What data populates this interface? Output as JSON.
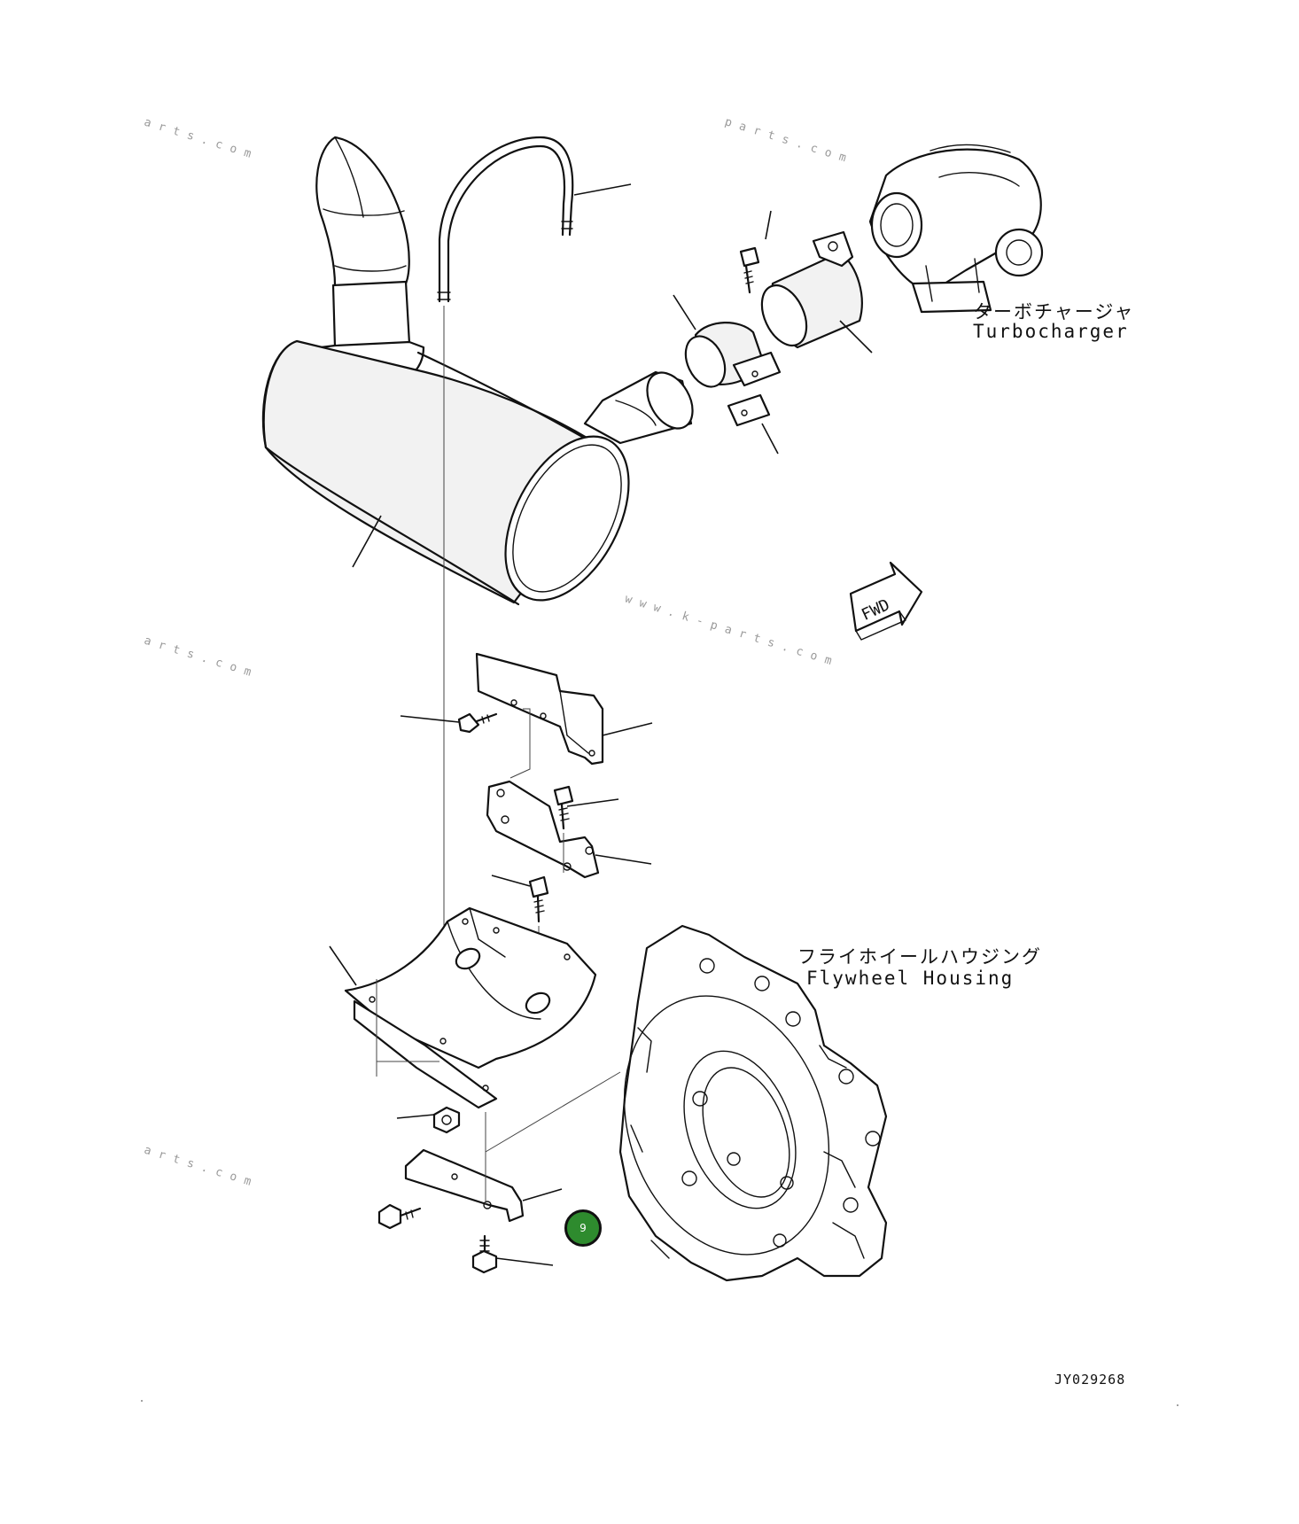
{
  "labels": {
    "turbocharger_ja": "ターボチャージャ",
    "turbocharger_en": "Turbocharger",
    "flywheel_ja": "フライホイールハウジング",
    "flywheel_en": "Flywheel Housing",
    "fwd": "FWD"
  },
  "drawing_code": "JY029268",
  "watermarks": [
    "arts.com",
    "parts.com",
    "www.k-parts.com",
    "arts.com",
    "arts.com"
  ],
  "hotspot": {
    "number": "9",
    "color": "#2e8b2e"
  }
}
